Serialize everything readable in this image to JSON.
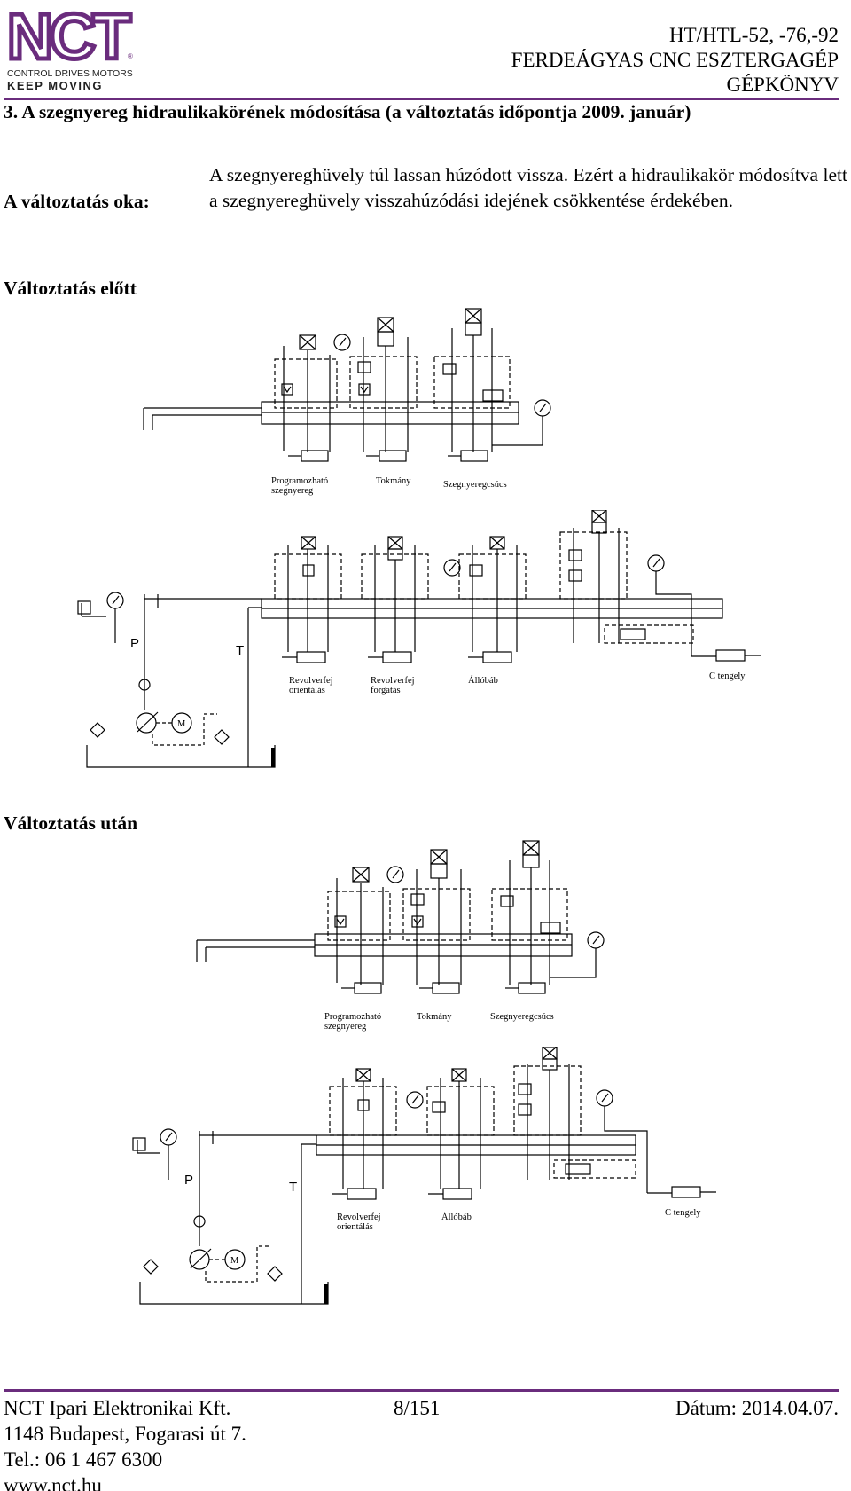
{
  "header": {
    "logo_text": "NCT",
    "logo_tagline_1": "CONTROL DRIVES MOTORS",
    "logo_tagline_2": "KEEP MOVING",
    "model": "HT/HTL-52, -76,-92",
    "machine": "FERDEÁGYAS CNC ESZTERGAGÉP",
    "doc_type": "GÉPKÖNYV",
    "accent_color": "#6a2c7d"
  },
  "section": {
    "title": "3. A szegnyereg hidraulikakörének módosítása (a változtatás időpontja 2009. január)"
  },
  "reason": {
    "label": "A változtatás oka:",
    "text": "A szegnyereghüvely túl lassan húzódott vissza. Ezért a hidraulikakör módosítva lett a szegnyereghüvely visszahúzódási idejének csökkentése érdekében."
  },
  "before": {
    "label": "Változtatás előtt",
    "upper_labels": [
      "Programozható",
      "szegnyereg",
      "Tokmány",
      "Szegnyeregcsúcs"
    ],
    "lower_labels": [
      "Revolverfej",
      "orientálás",
      "Revolverfej",
      "forgatás",
      "Állóbáb",
      "C tengely"
    ],
    "port_p": "P",
    "port_t": "T",
    "motor": "M"
  },
  "after": {
    "label": "Változtatás után",
    "upper_labels": [
      "Programozható",
      "szegnyereg",
      "Tokmány",
      "Szegnyeregcsúcs"
    ],
    "lower_labels": [
      "Revolverfej",
      "orientálás",
      "Állóbáb",
      "C tengely"
    ],
    "port_p": "P",
    "port_t": "T",
    "motor": "M"
  },
  "footer": {
    "company": "NCT Ipari Elektronikai Kft.",
    "page": "8/151",
    "date": "Dátum: 2014.04.07.",
    "address": "1148 Budapest, Fogarasi út 7.",
    "phone": "Tel.: 06 1 467 6300",
    "web": "www.nct.hu"
  }
}
